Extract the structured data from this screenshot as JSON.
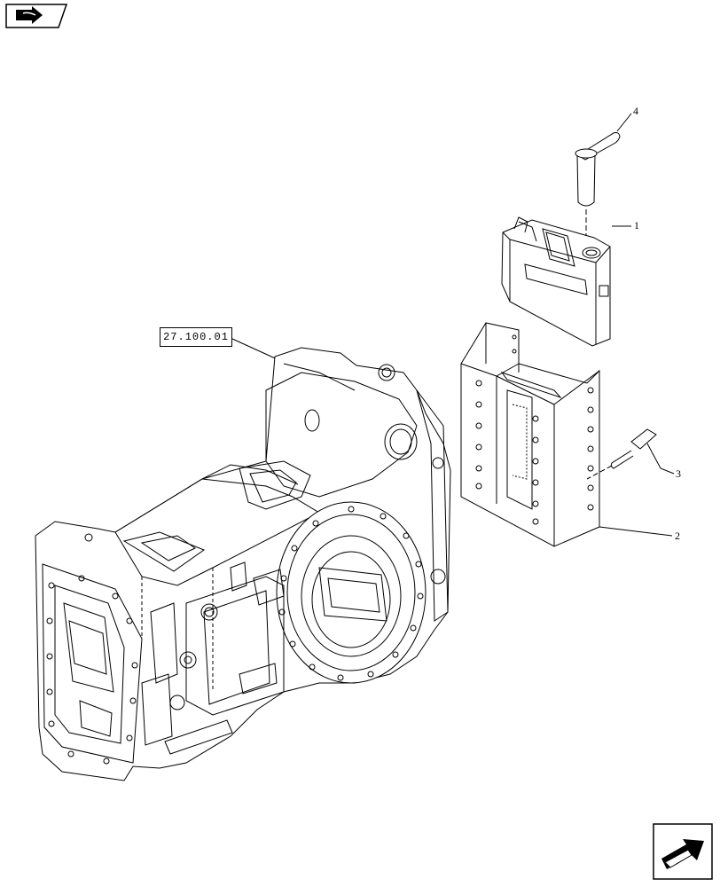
{
  "reference_link": {
    "label": "27.100.01"
  },
  "callouts": [
    {
      "number": "4"
    },
    {
      "number": "1"
    },
    {
      "number": "3"
    },
    {
      "number": "2"
    }
  ],
  "navigation": {
    "top_icon": "book-arrow-icon",
    "bottom_icon": "forward-arrow-icon"
  },
  "colors": {
    "line": "#000000",
    "background": "#ffffff"
  }
}
